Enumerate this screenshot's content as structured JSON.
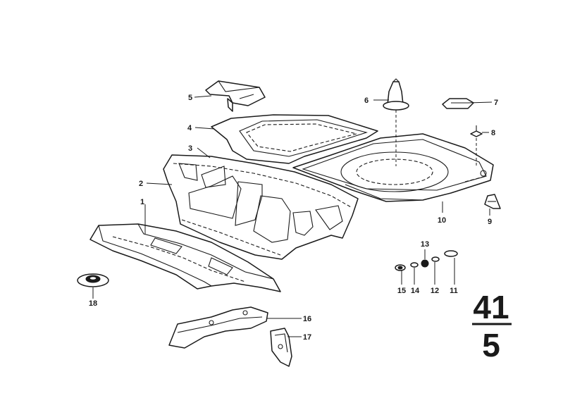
{
  "callouts": {
    "p1": "1",
    "p2": "2",
    "p3": "3",
    "p4": "4",
    "p5": "5",
    "p6": "6",
    "p7": "7",
    "p8": "8",
    "p9": "9",
    "p10": "10",
    "p11": "11",
    "p12": "12",
    "p13": "13",
    "p14": "14",
    "p15": "15",
    "p16": "16",
    "p17": "17",
    "p18": "18"
  },
  "group": {
    "main": "41",
    "sub": "5"
  }
}
